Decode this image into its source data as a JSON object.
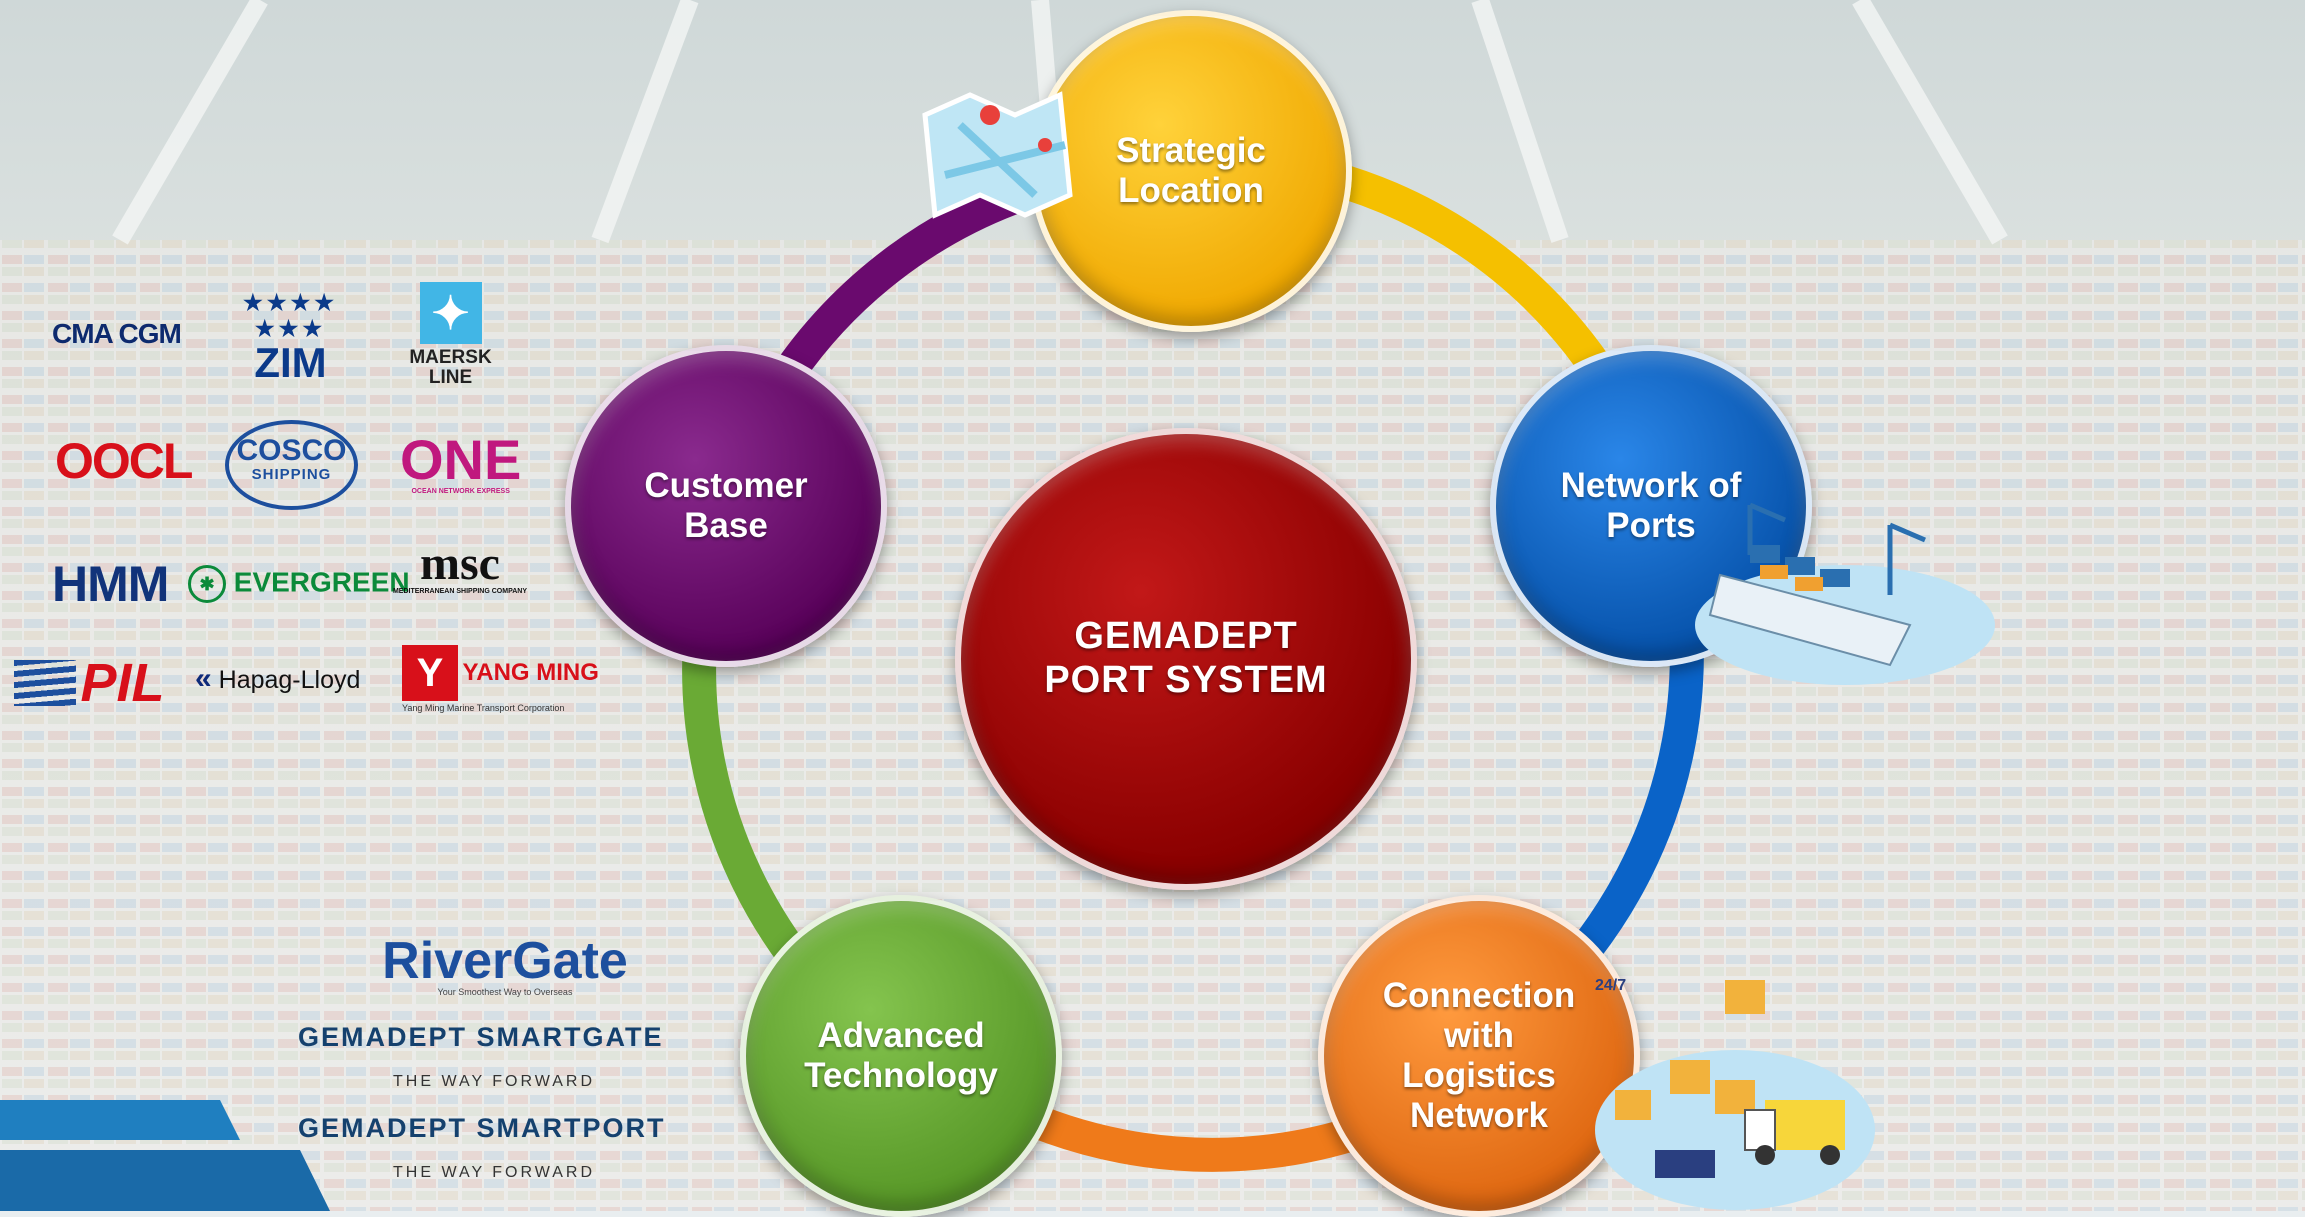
{
  "diagram": {
    "center": "GEMADEPT\nPORT SYSTEM",
    "nodes": [
      {
        "id": "strategic-location",
        "label": "Strategic\nLocation",
        "color": "#f5b800"
      },
      {
        "id": "network-of-ports",
        "label": "Network of\nPorts",
        "color": "#0a63c8"
      },
      {
        "id": "logistics",
        "label": "Connection\nwith\nLogistics\nNetwork",
        "color": "#ef7a1a"
      },
      {
        "id": "advanced-technology",
        "label": "Advanced\nTechnology",
        "color": "#6aaa35"
      },
      {
        "id": "customer-base",
        "label": "Customer\nBase",
        "color": "#6a0a6e"
      }
    ],
    "center_color": "#9e0000",
    "ring_colors": [
      "#f5c000",
      "#0a63c8",
      "#ef7a1a",
      "#6aaa35",
      "#6a0a6e"
    ]
  },
  "shipping_logos": {
    "cma_cgm": "CMA CGM",
    "zim": "ZIM",
    "maersk": "MAERSK\nLINE",
    "oocl": "OOCL",
    "cosco": "COSCO",
    "cosco_sub": "SHIPPING",
    "one": "ONE",
    "one_sub": "OCEAN NETWORK EXPRESS",
    "hmm": "HMM",
    "evergreen": "EVERGREEN",
    "msc": "msc",
    "msc_sub": "MEDITERRANEAN SHIPPING COMPANY",
    "pil": "PIL",
    "hapag": "Hapag-Lloyd",
    "yangming": "YANG MING",
    "yangming_sub": "Yang Ming Marine Transport Corporation"
  },
  "tech_logos": {
    "rivergate": "RiverGate",
    "rivergate_tag": "Your Smoothest Way to Overseas",
    "smartgate": "GEMADEPT SMARTGATE",
    "smartgate_tag": "THE WAY FORWARD",
    "smartport": "GEMADEPT SMARTPORT",
    "smartport_tag": "THE WAY FORWARD"
  },
  "icons": [
    "map-pin-icon",
    "container-ship-icon",
    "logistics-icon"
  ]
}
